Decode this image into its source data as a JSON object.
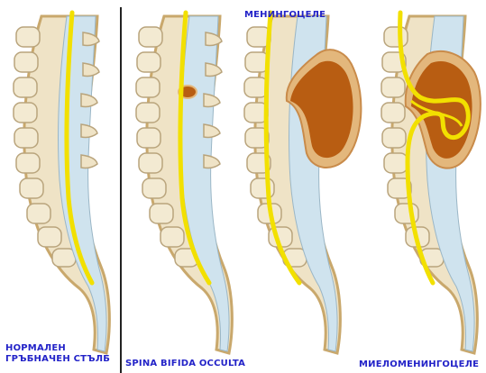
{
  "labels": {
    "normal_line1": "НОРМАЛЕН",
    "normal_line2": "ГРЪБНАЧЕН СТЪЛБ",
    "spina_bifida_occulta": "SPINA BIFIDA OCCULTA",
    "meningocele": "МЕНИНГОЦЕЛЕ",
    "myelomeningocele": "МИЕЛОМЕНИНГОЦЕЛЕ"
  },
  "colors": {
    "label_text": "#2323c8",
    "vertebra_fill": "#efe3c6",
    "vertebra_stroke": "#b9a47c",
    "canal_fill": "#cfe3ee",
    "spinal_cord": "#f2e000",
    "sac_fluid": "#b85d12",
    "sac_rim": "#e3b77c",
    "divider": "#222222"
  }
}
